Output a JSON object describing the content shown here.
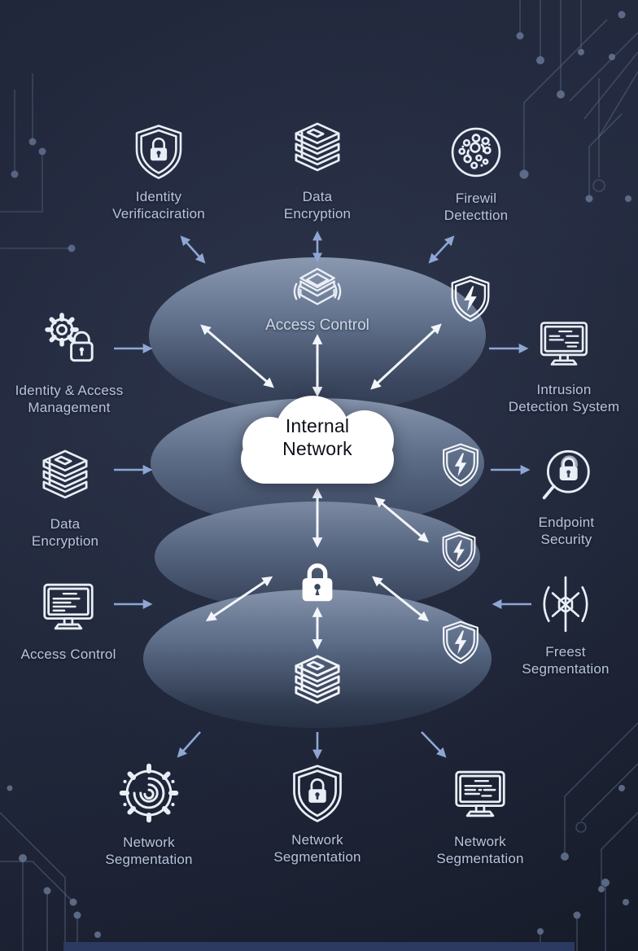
{
  "diagram": {
    "cloud": {
      "line1": "Internal",
      "line2": "Network"
    },
    "core": {
      "label": "Access Control"
    }
  },
  "nodes": {
    "top": [
      {
        "icon": "shield-lock-icon",
        "line1": "Identity",
        "line2": "Verificaciration"
      },
      {
        "icon": "data-stack-icon",
        "line1": "Data",
        "line2": "Encryption"
      },
      {
        "icon": "malware-scan-icon",
        "line1": "Firewil",
        "line2": "Detecttion"
      }
    ],
    "left": [
      {
        "icon": "gear-lock-icon",
        "line1": "Identity & Access",
        "line2": "Management"
      },
      {
        "icon": "data-stack-icon",
        "line1": "Data",
        "line2": "Encryption"
      },
      {
        "icon": "monitor-icon",
        "line1": "Access Control",
        "line2": ""
      }
    ],
    "right": [
      {
        "icon": "monitor-icon",
        "line1": "Intrusion",
        "line2": "Detection System"
      },
      {
        "icon": "magnifier-lock-icon",
        "line1": "Endpoint",
        "line2": "Security"
      },
      {
        "icon": "segmentation-icon",
        "line1": "Freest",
        "line2": "Segmentation"
      }
    ],
    "bottom": [
      {
        "icon": "gear-swirl-icon",
        "line1": "Network",
        "line2": "Segmentation"
      },
      {
        "icon": "shield-lock-icon",
        "line1": "Network",
        "line2": "Segmentation"
      },
      {
        "icon": "monitor-icon",
        "line1": "Network",
        "line2": "Segmentation"
      }
    ]
  },
  "colors": {
    "background": "#1d2335",
    "label_text": "#b7c3de",
    "blue_arrow": "#8ea6d4",
    "white_arrow": "#f2f5fa",
    "icon_stroke": "#e9eef6",
    "ellipse_top": "#8a98b0",
    "ellipse_bottom": "#313c52",
    "cloud_fill": "#ffffff",
    "cloud_text": "#0d1017",
    "bottom_bar": "#2c3a61"
  }
}
